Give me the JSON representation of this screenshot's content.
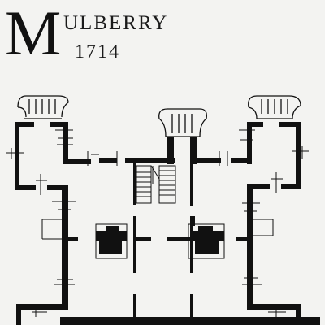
{
  "title": {
    "initial": "M",
    "rest": "ULBERRY",
    "year": "1714"
  },
  "colors": {
    "background": "#f3f3f1",
    "ink": "#111111"
  }
}
